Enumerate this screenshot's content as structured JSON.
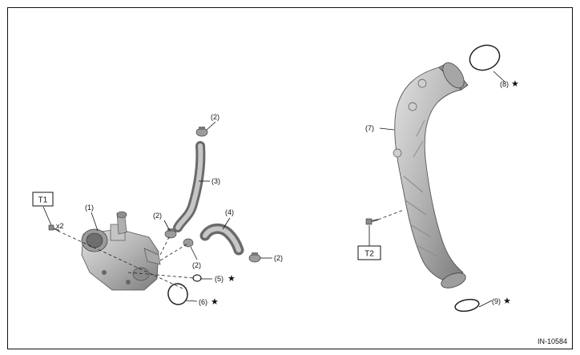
{
  "figure_id": "IN-10584",
  "star_symbol": "★",
  "torque_labels": {
    "t1": "T1",
    "t2": "T2"
  },
  "quantity_note": "x2",
  "callouts": {
    "p1": "(1)",
    "p2a": "(2)",
    "p2b": "(2)",
    "p2c": "(2)",
    "p2d": "(2)",
    "p3": "(3)",
    "p4": "(4)",
    "p5": "(5)",
    "p6": "(6)",
    "p7": "(7)",
    "p8": "(8)",
    "p9": "(9)"
  },
  "colors": {
    "part_fill": "#b9b9b9",
    "part_dark": "#7d7d7d",
    "part_light": "#dcdcdc",
    "line": "#111111"
  }
}
